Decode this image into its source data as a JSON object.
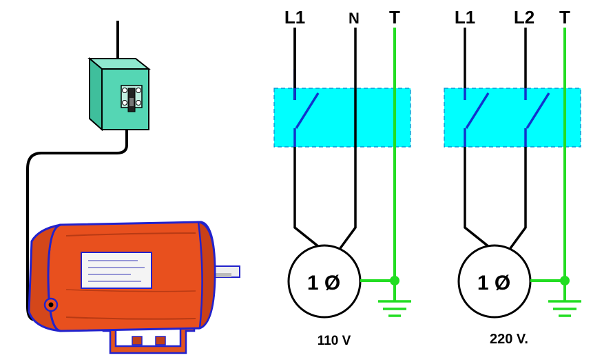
{
  "circuit_110": {
    "labels": [
      "L1",
      "N",
      "T"
    ],
    "motor_label": "1 Ø",
    "voltage": "110 V"
  },
  "circuit_220": {
    "labels": [
      "L1",
      "L2",
      "T"
    ],
    "motor_label": "1 Ø",
    "voltage": "220 V."
  },
  "colors": {
    "switch_box": "#00ffff",
    "ground_wire": "#22dd22",
    "wire": "#000000",
    "motor_body": "#e8501e",
    "motor_outline": "#2222cc",
    "disconnect_box": "#55d6b4"
  },
  "icons": [
    "disconnect-switch-icon",
    "electric-motor-icon",
    "ground-symbol-icon"
  ]
}
